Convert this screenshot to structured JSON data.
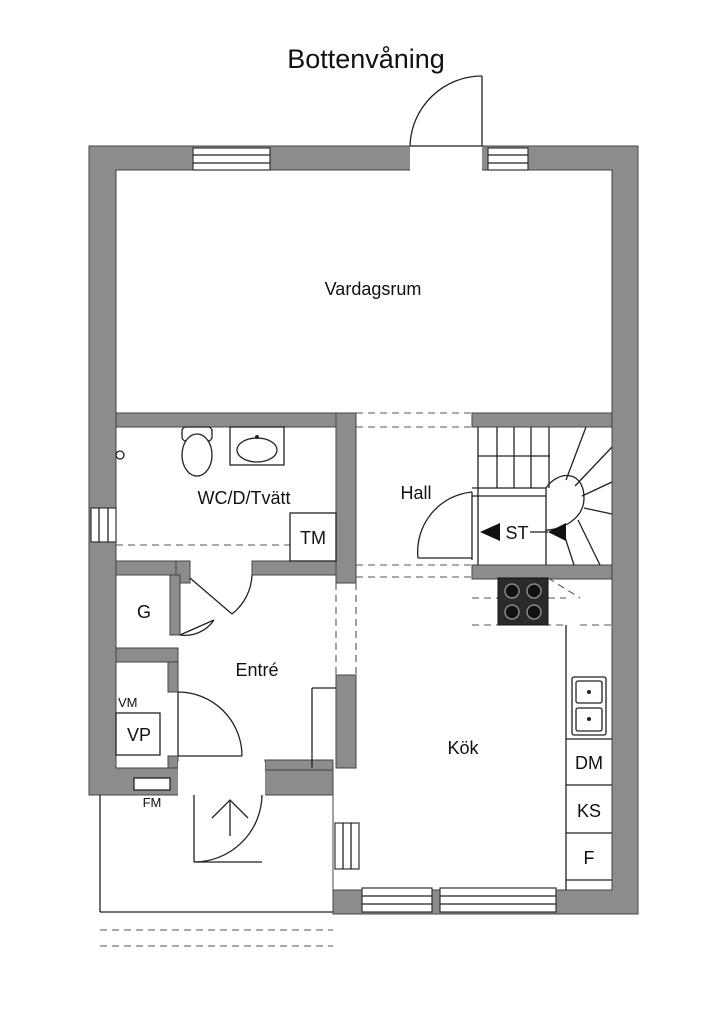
{
  "title": "Bottenvåning",
  "rooms": {
    "vardagsrum": "Vardagsrum",
    "wc": "WC/D/Tvätt",
    "hall": "Hall",
    "entre": "Entré",
    "kok": "Kök",
    "g": "G"
  },
  "labels": {
    "tm": "TM",
    "st": "ST",
    "vm": "VM",
    "vp": "VP",
    "fm": "FM",
    "dm": "DM",
    "ks": "KS",
    "f": "F"
  },
  "colors": {
    "wall": "#8c8c8c",
    "line": "#222222",
    "background": "#ffffff"
  }
}
